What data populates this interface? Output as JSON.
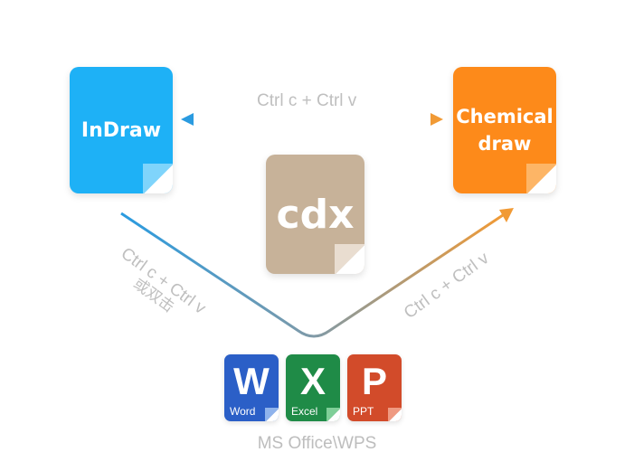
{
  "nodes": {
    "indraw": {
      "label": "InDraw",
      "color": "#1eb1f6"
    },
    "chemdraw": {
      "label_line1": "Chemical",
      "label_line2": "draw",
      "color": "#fd8a1a"
    },
    "cdx": {
      "label": "cdx",
      "color": "#c7b299"
    }
  },
  "edges": {
    "top": "Ctrl c + Ctrl v",
    "left_line1": "Ctrl c + Ctrl v",
    "left_line2": "或双击",
    "right": "Ctrl c + Ctrl v"
  },
  "apps": [
    {
      "letter": "W",
      "name": "Word",
      "color": "#2b5fc7"
    },
    {
      "letter": "X",
      "name": "Excel",
      "color": "#1f8b47"
    },
    {
      "letter": "P",
      "name": "PPT",
      "color": "#d24b2a"
    }
  ],
  "suite_label": "MS Office\\WPS",
  "colors": {
    "arrow_blue": "#2a9be0",
    "arrow_orange": "#f19a35",
    "label_gray": "#bfbfbf"
  }
}
